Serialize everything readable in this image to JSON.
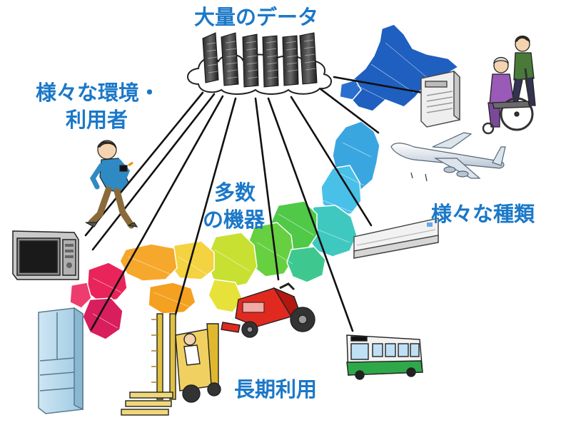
{
  "labels": {
    "title": "大量のデータ",
    "environment_line1": "様々な環境・",
    "environment_line2": "利用者",
    "many_devices_line1": "多数",
    "many_devices_line2": "の機器",
    "various_types": "様々な種類",
    "long_term_use": "長期利用"
  },
  "icons": [
    "server-rack-icon",
    "cloud-icon",
    "japan-map-icon",
    "runner-icon",
    "microwave-icon",
    "refrigerator-icon",
    "forklift-icon",
    "tractor-icon",
    "bus-icon",
    "air-conditioner-icon",
    "airplane-icon",
    "heater-icon",
    "wheelchair-caregiver-icon"
  ],
  "colors": {
    "label": "#1b78c8",
    "line": "#111111",
    "map_red": "#e0245e",
    "map_orange": "#f6a020",
    "map_yellow": "#f2e03a",
    "map_green": "#5ccc3c",
    "map_cyan": "#40b8e0",
    "map_blue": "#1f5fbf"
  }
}
